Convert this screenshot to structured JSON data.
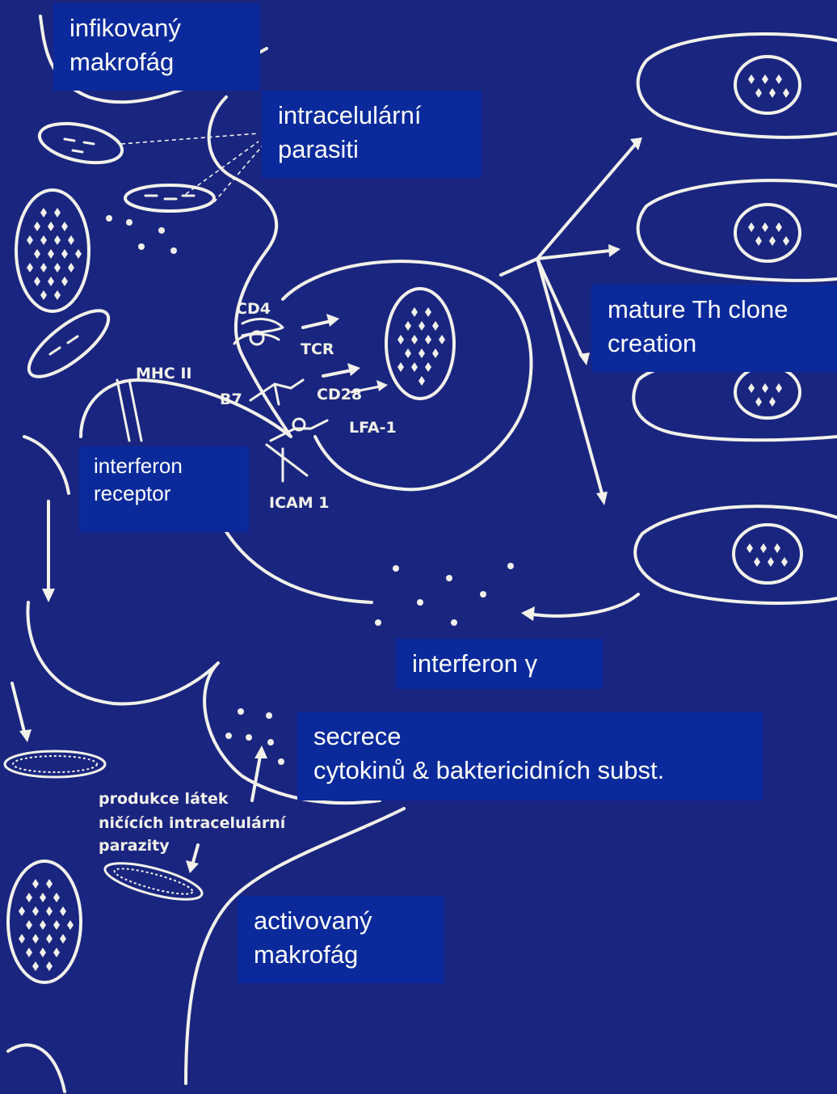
{
  "labels": {
    "infected_macrophage": "infikovaný\nmakrofág",
    "intracellular_parasites": "intracelulární\nparasiti",
    "mature_th_clone": "mature Th clone\ncreation",
    "interferon_receptor": "interferon\nreceptor",
    "interferon_gamma": "interferon γ",
    "secretion": "secrece\ncytokinů  & baktericidních subst.",
    "activated_macrophage": "activovaný\nmakrofág"
  },
  "molecules": {
    "cd4": "CD4",
    "tcr": "TCR",
    "mhc2": "MHC II",
    "b7": "B7",
    "cd28": "CD28",
    "lfa1": "LFA-1",
    "icam1": "ICAM 1"
  },
  "annotation": {
    "line1": "produkce látek",
    "line2": "ničících intracelulární",
    "line3": "parazity"
  },
  "colors": {
    "background": "#1a2580",
    "label_box": "#0a2a9c",
    "line": "#f2f2ea"
  }
}
